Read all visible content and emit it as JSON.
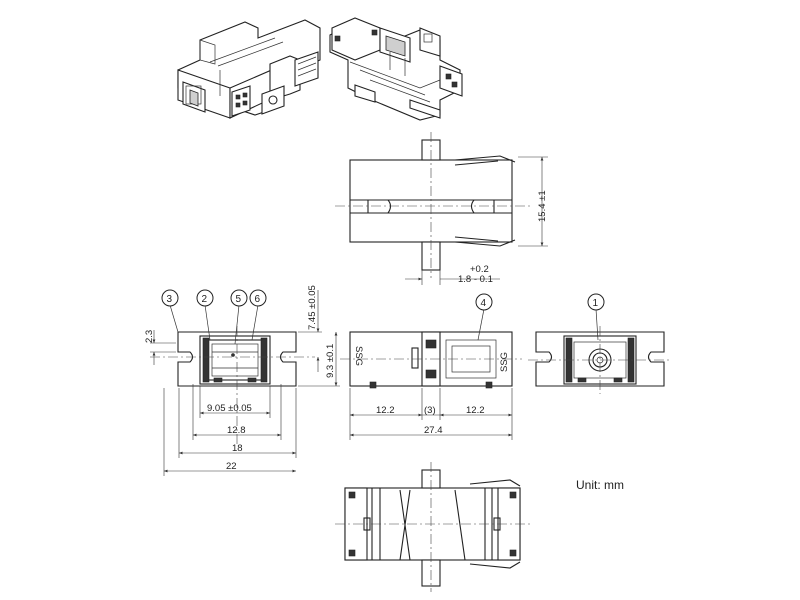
{
  "unit_label": "Unit: mm",
  "dimensions": {
    "height_total": "15.4 ±1",
    "tab_plus": "+0.2",
    "tab_minus": "1.8 - 0.1",
    "slot_offset": "2.3",
    "height_745": "7.45 ±0.05",
    "height_93": "9.3 ±0.1",
    "width_905": "9.05 ±0.05",
    "width_128": "12.8",
    "width_18": "18",
    "width_22": "22",
    "len_122_left": "12.2",
    "len_3": "(3)",
    "len_122_right": "12.2",
    "len_274": "27.4"
  },
  "callouts": [
    "3",
    "2",
    "5",
    "6",
    "4",
    "1"
  ],
  "marking_text": "SSG"
}
